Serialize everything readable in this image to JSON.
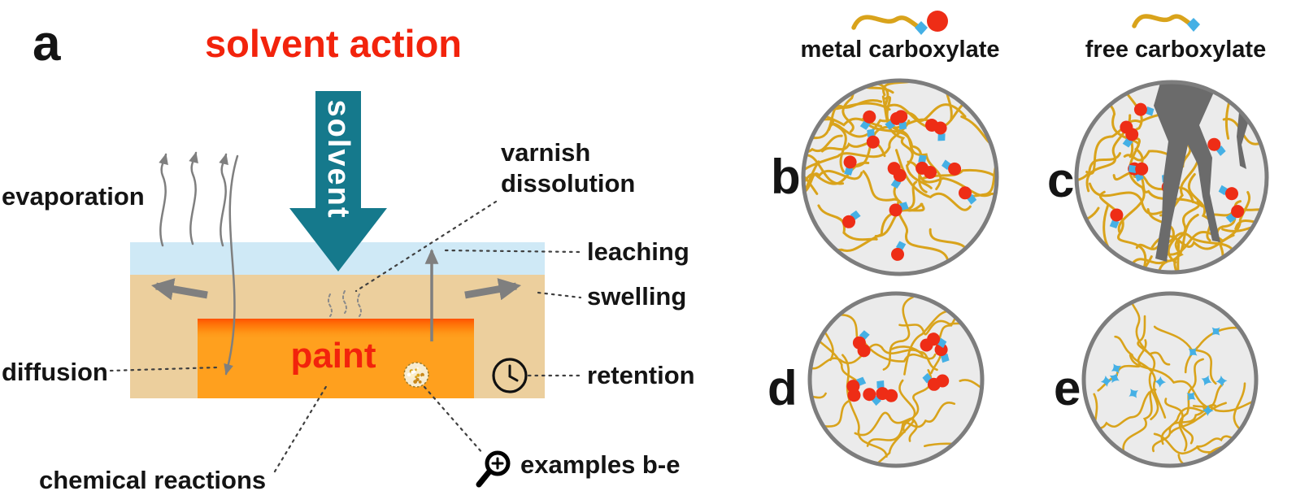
{
  "colors": {
    "accent_red": "#f2230c",
    "solvent_teal": "#15798c",
    "varnish_blue": "#cfe9f6",
    "layer_tan": "#eccf9d",
    "paint_orange": "#ffa01e",
    "paint_edge_red": "#ff4d00",
    "polymer_yellow": "#d9a31b",
    "carboxylate_red": "#ee2d16",
    "carboxylate_blue": "#45b0e5",
    "crack_gray": "#6b6b6b",
    "arrow_gray": "#7f7f7f",
    "circle_stroke": "#7d7d7d",
    "circle_fill": "#ebebeb"
  },
  "panel_a": {
    "label": "a",
    "title": "solvent action",
    "solvent_arrow_label": "solvent",
    "paint_label": "paint",
    "labels": {
      "evaporation": "evaporation",
      "varnish_dissolution_line1": "varnish",
      "varnish_dissolution_line2": "dissolution",
      "leaching": "leaching",
      "swelling": "swelling",
      "diffusion": "diffusion",
      "retention": "retention",
      "chemical_reactions": "chemical reactions",
      "examples": "examples b-e"
    }
  },
  "legend": {
    "metal_carboxylate": "metal carboxylate",
    "free_carboxylate": "free carboxylate"
  },
  "figures": [
    {
      "id": "b",
      "label": "b",
      "marker": "metal-carboxylate",
      "marker_count": 13,
      "polymer_strands": 34,
      "cracks": false,
      "seed": 7
    },
    {
      "id": "c",
      "label": "c",
      "marker": "metal-carboxylate",
      "marker_count": 11,
      "polymer_strands": 32,
      "cracks": true,
      "seed": 13
    },
    {
      "id": "d",
      "label": "d",
      "marker": "metal-carboxylate",
      "marker_count": 7,
      "polymer_strands": 19,
      "cracks": false,
      "seed": 21
    },
    {
      "id": "e",
      "label": "e",
      "marker": "free-carboxylate",
      "marker_count": 11,
      "polymer_strands": 20,
      "cracks": false,
      "seed": 5
    }
  ]
}
